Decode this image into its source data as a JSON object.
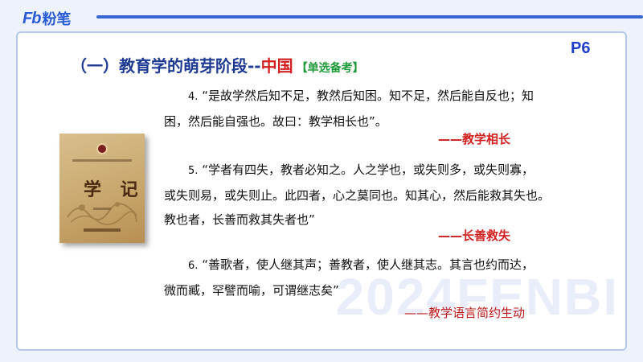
{
  "brand": {
    "logo_mark": "Fb",
    "logo_text": "粉笔"
  },
  "page_number": "P6",
  "title": {
    "main": "（一）教育学的萌芽阶段--",
    "highlight": "中国",
    "tag": "【单选备考】"
  },
  "book": {
    "title": "学 记"
  },
  "quotes": [
    {
      "num": "4.",
      "lines": [
        "“是故学然后知不足，教然后知困。知不足，然后能自反也；知",
        "困，然后能自强也。故曰：教学相长也”。"
      ],
      "source": "——教学相长"
    },
    {
      "num": "5.",
      "lines": [
        "“学者有四失，教者必知之。人之学也，或失则多，或失则寡，",
        "或失则易，或失则止。此四者，心之莫同也。知其心，然后能救其失也。",
        "教也者，长善而救其失者也”"
      ],
      "source": "——长善救失"
    },
    {
      "num": "6.",
      "lines": [
        "“善歌者，使人继其声；善教者，使人继其志。其言也约而达，",
        "微而臧，罕譬而喻，可谓继志矣”"
      ],
      "source": "——教学语言简约生动"
    }
  ],
  "watermark": "2024FENBI",
  "colors": {
    "brand_blue": "#2a5bd7",
    "title_blue": "#1f3a93",
    "accent_red": "#d21f1f",
    "tag_green": "#1f9a3a"
  }
}
